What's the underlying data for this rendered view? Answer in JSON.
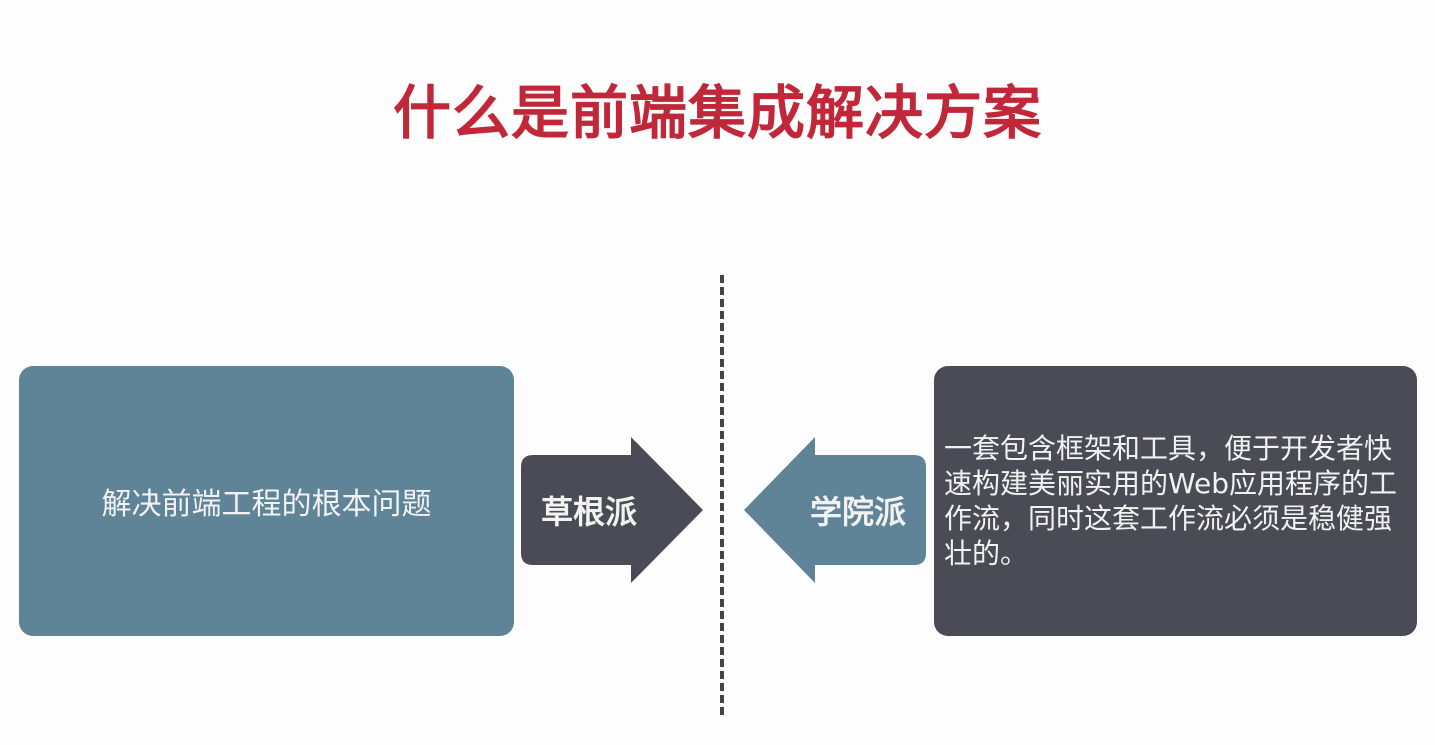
{
  "slide": {
    "title": "什么是前端集成解决方案",
    "title_color": "#c0283a"
  },
  "left_box": {
    "text": "解决前端工程的根本问题",
    "color": "#5f8397"
  },
  "right_box": {
    "text": "一套包含框架和工具，便于开发者快速构建美丽实用的Web应用程序的工作流，同时这套工作流必须是稳健强壮的。",
    "color": "#4a4b55"
  },
  "arrow_right": {
    "label": "草根派",
    "direction": "right",
    "color": "#4a4b55"
  },
  "arrow_left": {
    "label": "学院派",
    "direction": "left",
    "color": "#5f8397"
  },
  "divider": {
    "style": "dashed",
    "color": "#444444"
  }
}
